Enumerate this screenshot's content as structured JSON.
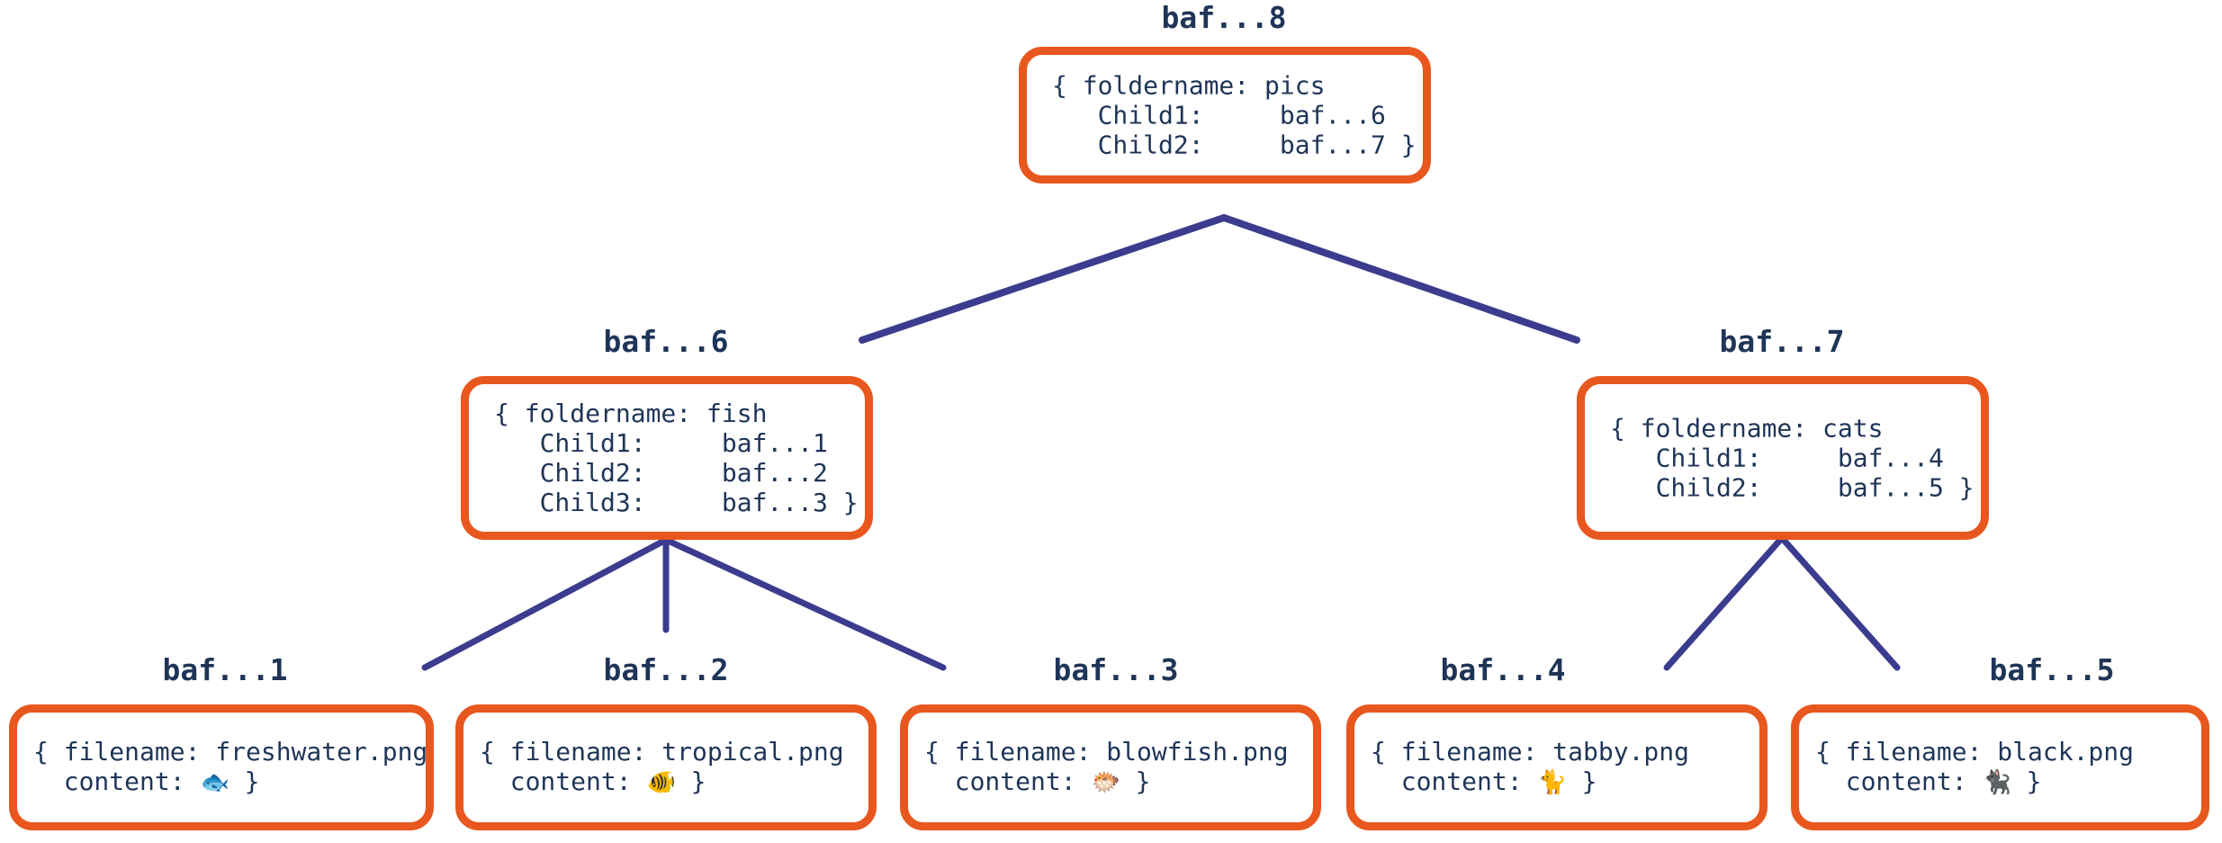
{
  "diagram": {
    "title": "Merkle DAG directory tree",
    "colors": {
      "node_border": "#E8571E",
      "node_fill": "#FFFFFF",
      "edge": "#3B3C8E",
      "text": "#1F3557",
      "background": "#FFFFFF"
    }
  },
  "nodes": {
    "root": {
      "label": "baf...8",
      "kind": "folder",
      "body": "{ foldername: pics\n   Child1:     baf...6\n   Child2:     baf...7 }"
    },
    "fish": {
      "label": "baf...6",
      "kind": "folder",
      "body": "{ foldername: fish\n   Child1:     baf...1\n   Child2:     baf...2\n   Child3:     baf...3 }"
    },
    "cats": {
      "label": "baf...7",
      "kind": "folder",
      "body": "{ foldername: cats\n   Child1:     baf...4\n   Child2:     baf...5 }"
    },
    "leaf1": {
      "label": "baf...1",
      "kind": "file",
      "line1": "{ filename: freshwater.png",
      "line2_prefix": "  content: ",
      "emoji": "🐟",
      "emoji_name": "fish-emoji",
      "line2_suffix": " }"
    },
    "leaf2": {
      "label": "baf...2",
      "kind": "file",
      "line1": "{ filename: tropical.png",
      "line2_prefix": "  content: ",
      "emoji": "🐠",
      "emoji_name": "tropical-fish-emoji",
      "line2_suffix": " }"
    },
    "leaf3": {
      "label": "baf...3",
      "kind": "file",
      "line1": "{ filename: blowfish.png",
      "line2_prefix": "  content: ",
      "emoji": "🐡",
      "emoji_name": "blowfish-emoji",
      "line2_suffix": " }"
    },
    "leaf4": {
      "label": "baf...4",
      "kind": "file",
      "line1": "{ filename: tabby.png",
      "line2_prefix": "  content: ",
      "emoji": "🐈",
      "emoji_name": "cat-emoji",
      "line2_suffix": " }"
    },
    "leaf5": {
      "label": "baf...5",
      "kind": "file",
      "line1": "{ filename: black.png",
      "line2_prefix": "  content: ",
      "emoji": "🐈‍⬛",
      "emoji_name": "black-cat-emoji",
      "line2_suffix": " }"
    }
  },
  "edges": [
    {
      "from": "root",
      "to": "fish"
    },
    {
      "from": "root",
      "to": "cats"
    },
    {
      "from": "fish",
      "to": "leaf1"
    },
    {
      "from": "fish",
      "to": "leaf2"
    },
    {
      "from": "fish",
      "to": "leaf3"
    },
    {
      "from": "cats",
      "to": "leaf4"
    },
    {
      "from": "cats",
      "to": "leaf5"
    }
  ]
}
